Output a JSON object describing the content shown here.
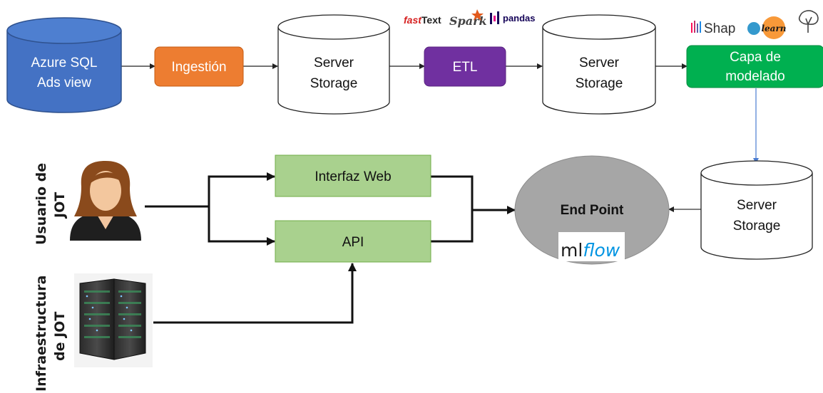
{
  "nodes": {
    "azure": {
      "line1": "Azure SQL",
      "line2": "Ads view"
    },
    "ingestion": "Ingestión",
    "storage1": {
      "line1": "Server",
      "line2": "Storage"
    },
    "etl": "ETL",
    "storage2": {
      "line1": "Server",
      "line2": "Storage"
    },
    "modeling": {
      "line1": "Capa de",
      "line2": "modelado"
    },
    "storage3": {
      "line1": "Server",
      "line2": "Storage"
    },
    "web": "Interfaz Web",
    "api": "API",
    "endpoint": "End Point"
  },
  "logos": {
    "fasttext": {
      "fast": "fast",
      "text": "Text"
    },
    "spark": "Spark",
    "pandas": "pandas",
    "shap": "Shap",
    "sklearn": "learn",
    "mlflow": {
      "ml": "ml",
      "flow": "flow"
    }
  },
  "side_labels": {
    "user": {
      "line1": "Usuario de",
      "line2": "JOT"
    },
    "infra": {
      "line1": "Infraestructura",
      "line2": "de JOT"
    }
  },
  "colors": {
    "azure": "#4472c4",
    "ingestion": "#ed7d31",
    "etl": "#7030a0",
    "modeling": "#00b050",
    "web_api": "#a9d18e",
    "endpoint": "#a6a6a6"
  }
}
